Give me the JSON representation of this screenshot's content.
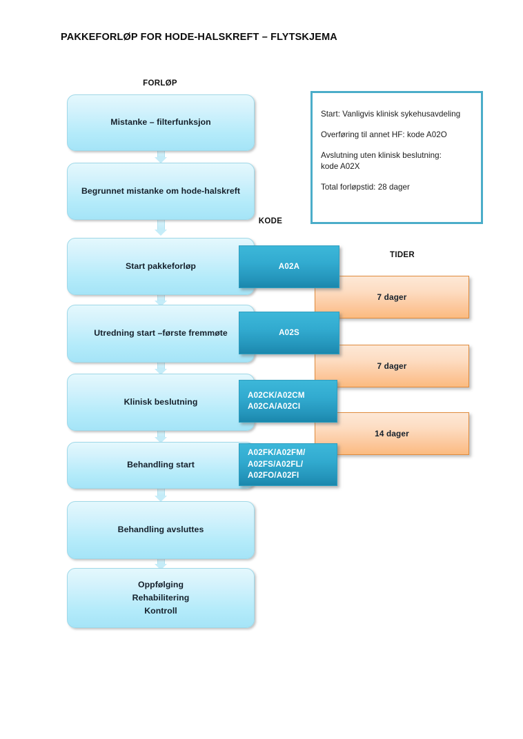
{
  "page": {
    "title": "PAKKEFORLØP FOR HODE-HALSKREFT – FLYTSKJEMA"
  },
  "columns": {
    "forlop_header": "FORLØP",
    "kode_header": "KODE",
    "tider_header": "TIDER"
  },
  "flow_steps": [
    {
      "label": "Mistanke – filterfunksjon"
    },
    {
      "label": "Begrunnet mistanke om hode-halskreft"
    },
    {
      "label": "Start pakkeforløp"
    },
    {
      "label": "Utredning start –første fremmøte"
    },
    {
      "label": "Klinisk beslutning"
    },
    {
      "label": "Behandling start"
    },
    {
      "label": "Behandling avsluttes"
    },
    {
      "label": "Oppfølging\nRehabilitering\nKontroll"
    }
  ],
  "codes": [
    {
      "label": "A02A"
    },
    {
      "label": "A02S"
    },
    {
      "label": "A02CK/A02CM\nA02CA/A02CI"
    },
    {
      "label": "A02FK/A02FM/\nA02FS/A02FL/\nA02FO/A02FI"
    }
  ],
  "times": [
    {
      "label": "7 dager"
    },
    {
      "label": "7 dager"
    },
    {
      "label": "14 dager"
    }
  ],
  "info_box": {
    "lines": [
      "Start: Vanligvis klinisk sykehusavdeling",
      "Overføring til annet HF: kode A02O",
      "Avslutning uten klinisk beslutning:\nkode A02X",
      "Total forløpstid: 28 dager"
    ]
  },
  "colors": {
    "flow_box_fill_top": "#e4f8fd",
    "flow_box_fill_bottom": "#a5e4f7",
    "flow_box_border": "#9fd8e8",
    "code_box_fill_top": "#3cb7d9",
    "code_box_fill_bottom": "#1b87ac",
    "time_box_fill_top": "#fde8d6",
    "time_box_fill_bottom": "#fbbb80",
    "time_box_border": "#e08b3c",
    "info_box_border": "#4badc9",
    "text_dark": "#15202b",
    "text_white": "#ffffff"
  }
}
